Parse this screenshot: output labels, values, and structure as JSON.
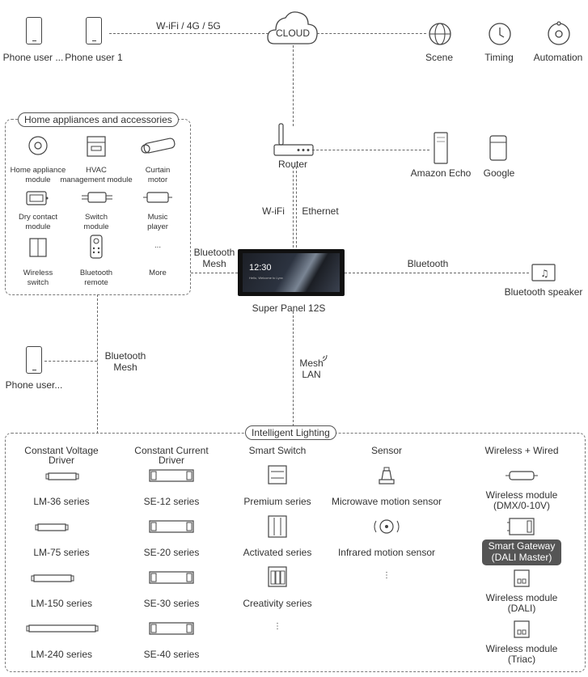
{
  "top": {
    "phone_left": "Phone user ...",
    "phone_1": "Phone user 1",
    "wifi_label": "W-iFi / 4G / 5G",
    "cloud": "CLOUD",
    "scene": "Scene",
    "timing": "Timing",
    "automation": "Automation"
  },
  "appliances": {
    "title": "Home appliances and accessories",
    "items": [
      "Home appliance\nmodule",
      "HVAC\nmanagement module",
      "Curtain\nmotor",
      "Dry contact\nmodule",
      "Switch\nmodule",
      "Music\nplayer",
      "Wireless\nswitch",
      "Bluetooth\nremote",
      "More"
    ],
    "ellipsis": "..."
  },
  "router": "Router",
  "wifi": "W-iFi",
  "ethernet": "Ethernet",
  "amazon": "Amazon Echo",
  "google": "Google",
  "bt_mesh_top": "Bluetooth\nMesh",
  "bluetooth": "Bluetooth",
  "panel": {
    "time": "12:30",
    "sub": "Hello, Welcome to Lynx",
    "name": "Super Panel 12S"
  },
  "bt_speaker": "Bluetooth speaker",
  "phone_bottom": "Phone user...",
  "bt_mesh_bottom": "Bluetooth\nMesh",
  "mesh_lan": "Mesh\nLAN",
  "lighting": {
    "title": "Intelligent Lighting",
    "col1_head": "Constant Voltage\nDriver",
    "col2_head": "Constant Current\nDriver",
    "col3_head": "Smart Switch",
    "col4_head": "Sensor",
    "col5_head": "Wireless + Wired",
    "col1": [
      "LM-36 series",
      "LM-75 series",
      "LM-150 series",
      "LM-240 series"
    ],
    "col2": [
      "SE-12 series",
      "SE-20 series",
      "SE-30 series",
      "SE-40 series"
    ],
    "col3": [
      "Premium series",
      "Activated series",
      "Creativity series"
    ],
    "col4": [
      "Microwave motion sensor",
      "Infrared motion sensor"
    ],
    "wireless_dmx": "Wireless module\n(DMX/0-10V)",
    "gateway": "Smart Gateway\n(DALI Master)",
    "wireless_dali": "Wireless module\n(DALI)",
    "wireless_triac": "Wireless module\n(Triac)",
    "vdots": "⋮"
  }
}
